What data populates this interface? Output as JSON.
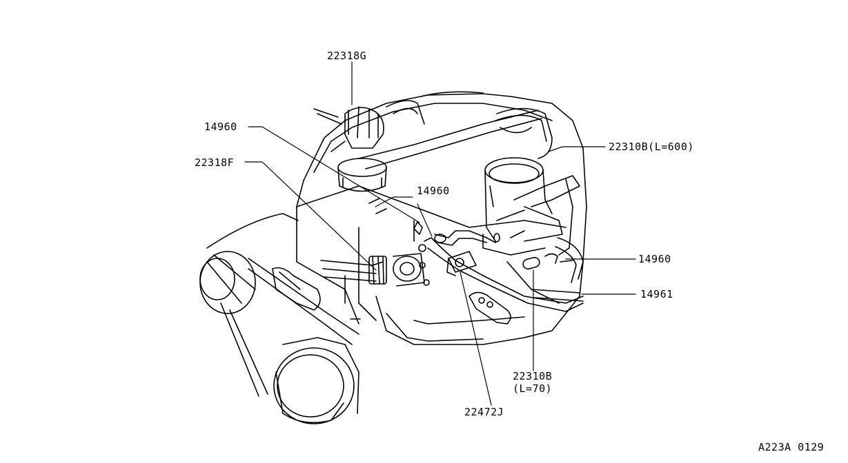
{
  "callouts": {
    "p22318G": "22318G",
    "p14960_left": "14960",
    "p22318F": "22318F",
    "p14960_center": "14960",
    "p22310B_600": "22310B(L=600)",
    "p14960_right": "14960",
    "p14961": "14961",
    "p22310B_70": "22310B",
    "p22310B_70_len": "(L=70)",
    "p22472J": "22472J"
  },
  "figure_ref": "A223A 0129",
  "colors": {
    "line": "#000000",
    "background": "#ffffff"
  }
}
